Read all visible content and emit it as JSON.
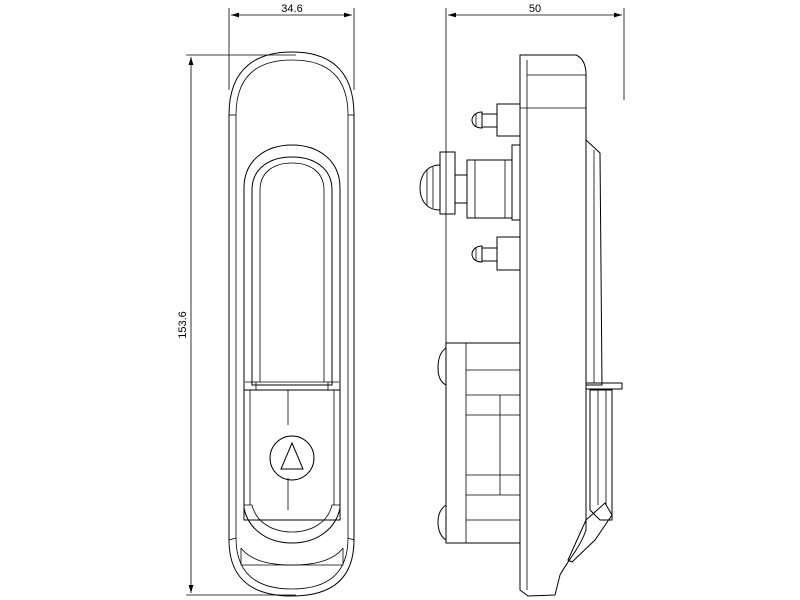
{
  "dimensions": {
    "front_width": "34.6",
    "height": "153.6",
    "side_depth": "50"
  }
}
